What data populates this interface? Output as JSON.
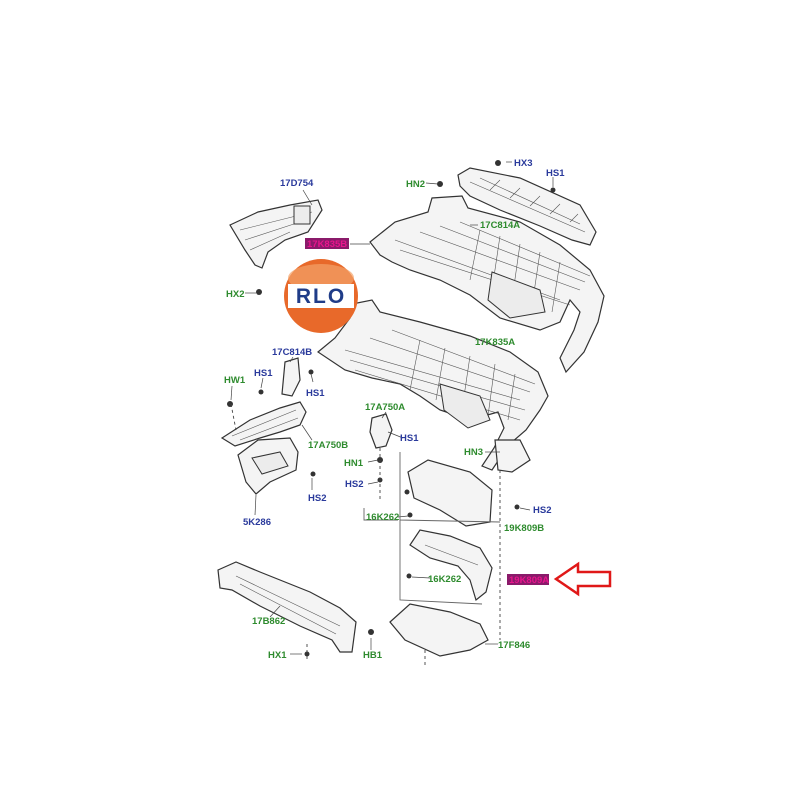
{
  "logo": {
    "text": "RLO",
    "ring_color": "#e8692a",
    "text_color": "#1f3c88"
  },
  "colors": {
    "green_label": "#2e8b2e",
    "blue_label": "#2a3a9c",
    "highlight": "#8a1a6a",
    "arrow": "#e01818"
  },
  "labels": {
    "17D754": "17D754",
    "HX2": "HX2",
    "17K835B": "17K835B",
    "HN2": "HN2",
    "HX3": "HX3",
    "HS1_top": "HS1",
    "17C814A": "17C814A",
    "17K835A": "17K835A",
    "17C814B": "17C814B",
    "HW1": "HW1",
    "HS1_left": "HS1",
    "HS1_mid": "HS1",
    "17A750B": "17A750B",
    "5K286": "5K286",
    "HS2_left": "HS2",
    "17A750A": "17A750A",
    "HS1_center": "HS1",
    "HN1": "HN1",
    "HS2_center": "HS2",
    "HN3": "HN3",
    "HS2_right": "HS2",
    "16K262_a": "16K262",
    "19K809B": "19K809B",
    "16K262_b": "16K262",
    "19K809A": "19K809A",
    "17B862": "17B862",
    "HX1": "HX1",
    "HB1": "HB1",
    "17F846": "17F846"
  }
}
